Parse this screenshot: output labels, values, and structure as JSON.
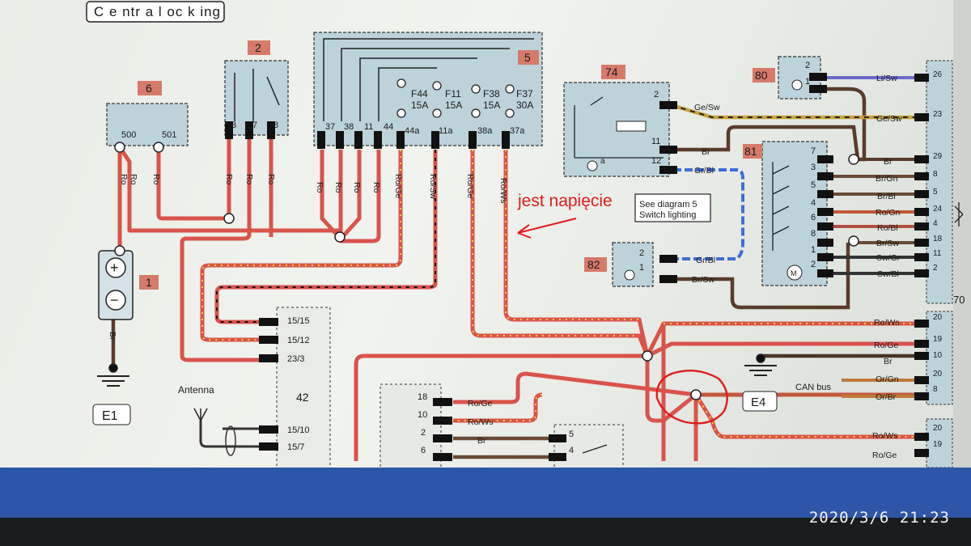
{
  "title": "C e ntr a l  oc k ing",
  "annotation": {
    "text": "jest napięcie",
    "color": "#e21c1c"
  },
  "timestamp": "2020/3/6  21:23",
  "components": {
    "c1": {
      "id": "1"
    },
    "c2": {
      "id": "2",
      "pins": [
        "3",
        "7",
        "8"
      ]
    },
    "c5": {
      "id": "5",
      "pins": [
        "37",
        "38",
        "11",
        "44",
        "44a",
        "11a",
        "38a",
        "37a"
      ],
      "fuses": [
        {
          "name": "F44",
          "rating": "15A"
        },
        {
          "name": "F11",
          "rating": "15A"
        },
        {
          "name": "F38",
          "rating": "15A"
        },
        {
          "name": "F37",
          "rating": "30A"
        }
      ]
    },
    "c6": {
      "id": "6",
      "pins": [
        "500",
        "501"
      ]
    },
    "c42": {
      "id": "42",
      "pins": [
        "15/15",
        "15/12",
        "23/3",
        "15/10",
        "15/7"
      ]
    },
    "c70": {
      "id": "70",
      "pins": [
        "26",
        "23",
        "29",
        "8",
        "5",
        "24",
        "4",
        "18",
        "11",
        "2",
        "20",
        "19",
        "10",
        "20",
        "8",
        "20",
        "19"
      ]
    },
    "c74": {
      "id": "74",
      "pins": [
        "2",
        "11",
        "12"
      ],
      "inner": [
        "a"
      ]
    },
    "c80": {
      "id": "80",
      "pins": [
        "2",
        "1"
      ]
    },
    "c81": {
      "id": "81",
      "pins": [
        "7",
        "3",
        "5",
        "4",
        "6",
        "8",
        "1",
        "2"
      ],
      "motor": "M"
    },
    "c82": {
      "id": "82",
      "pins": [
        "2",
        "1"
      ]
    },
    "e1": "E1",
    "e4": "E4",
    "subblock": {
      "pins": [
        "18",
        "10",
        "2",
        "6"
      ]
    },
    "relay": {
      "pins": [
        "5",
        "4"
      ]
    }
  },
  "labels": {
    "antenna": "Antenna",
    "can_bus": "CAN bus",
    "ref1": "See diagram 5",
    "ref2": "Switch lighting",
    "ref_see": "Se",
    "plus": "+",
    "minus": "−"
  },
  "wires": {
    "ro": "Ro",
    "ro_ge": "Ro/Ge",
    "ro_sw": "Ro/Sw",
    "ro_ws": "Ro/Ws",
    "br": "Br",
    "ge_sw": "Ge/Sw",
    "gr_bl": "Gr/Bl",
    "br_sw": "Br/Sw",
    "li_sw": "Li/Sw",
    "br_gn": "Br/Gn",
    "br_bl": "Br/Bl",
    "ro_gn": "Ro/Gn",
    "ro_bl": "Ro/Bl",
    "sw_gr": "Sw/Gr",
    "sw_bl": "Sw/Bl",
    "or_gn": "Or/Gn",
    "or_br": "Or/Br"
  },
  "colors": {
    "paper": "#eef1ec",
    "ro": "#d9534a",
    "dot": "#f5d33a",
    "br": "#5b3b2a",
    "blue": "#3a6fd8",
    "panel": "#bcd3dc"
  }
}
